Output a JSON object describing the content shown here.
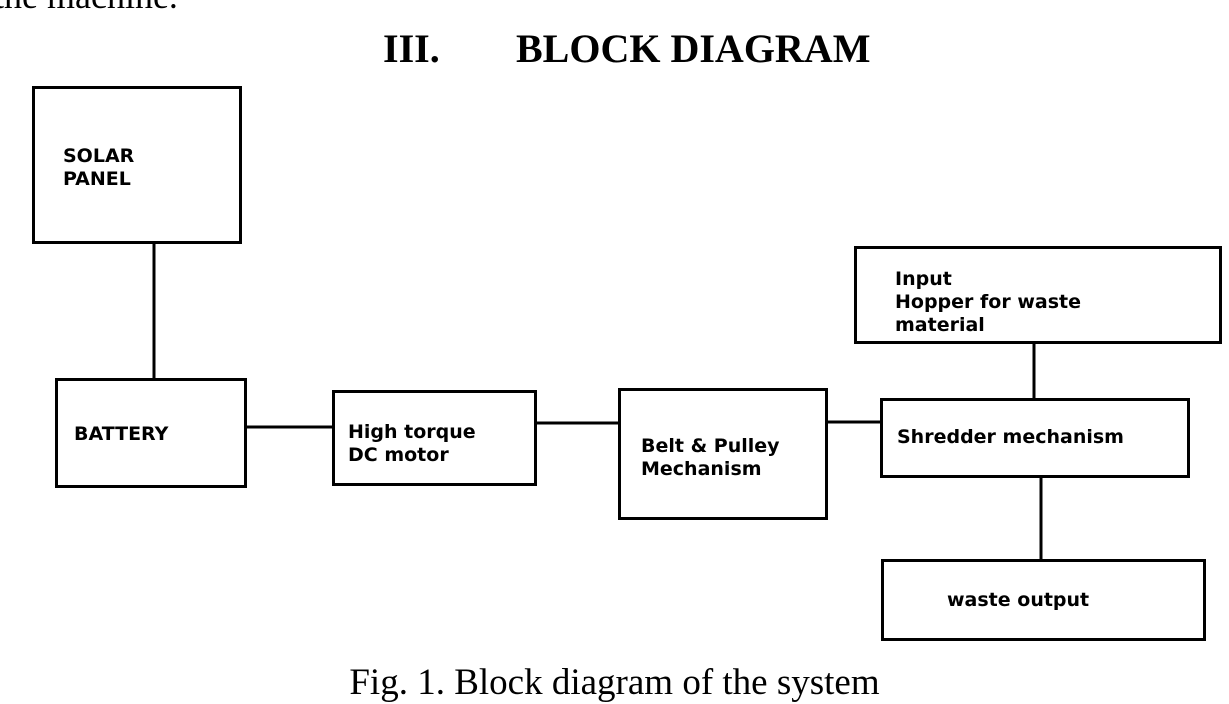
{
  "top_text": "the machine.",
  "heading": {
    "number": "III.",
    "title": "BLOCK DIAGRAM"
  },
  "blocks": {
    "solar_panel": {
      "label": "SOLAR\nPANEL"
    },
    "battery": {
      "label": "BATTERY"
    },
    "motor": {
      "label": "High torque\nDC motor"
    },
    "belt_pulley": {
      "label": "Belt & Pulley\nMechanism"
    },
    "hopper": {
      "label": "Input\nHopper for waste\nmaterial"
    },
    "shredder": {
      "label": "Shredder mechanism"
    },
    "output": {
      "label": "waste output"
    }
  },
  "caption": "Fig. 1. Block diagram of the system"
}
